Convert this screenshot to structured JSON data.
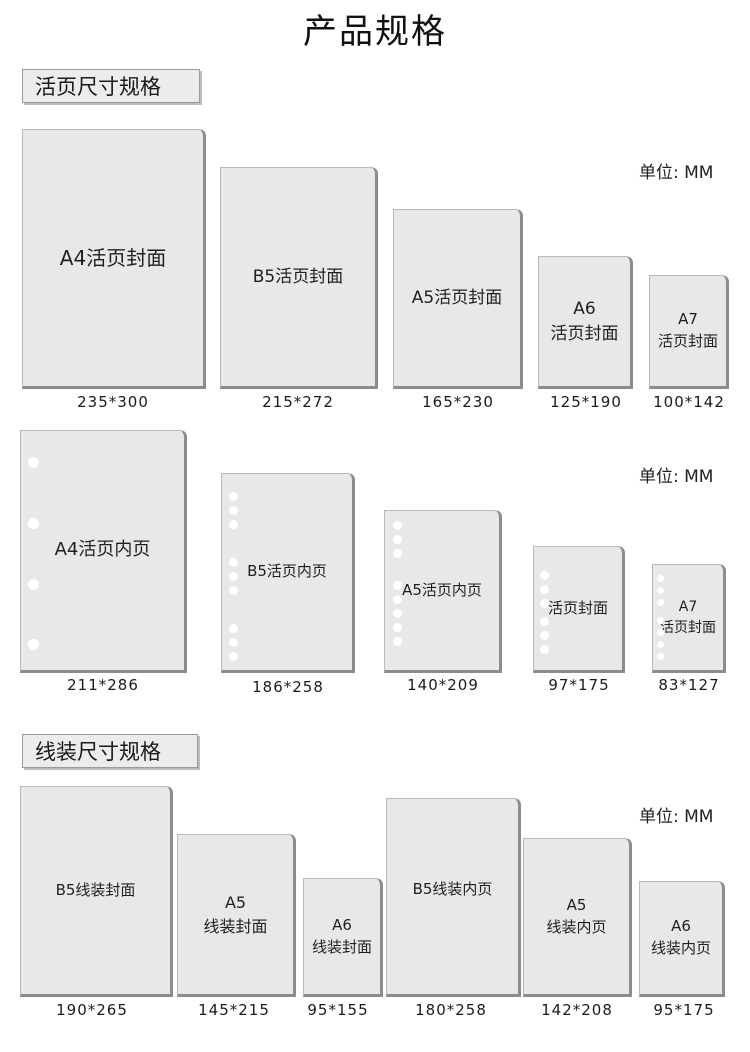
{
  "title": "产品规格",
  "sections": {
    "loose_leaf": "活页尺寸规格",
    "thread_bound": "线装尺寸规格"
  },
  "unit_label": "单位: MM",
  "row1": [
    {
      "l1": "A4活页封面",
      "l2": "",
      "size": "235*300"
    },
    {
      "l1": "B5活页封面",
      "l2": "",
      "size": "215*272"
    },
    {
      "l1": "A5活页封面",
      "l2": "",
      "size": "165*230"
    },
    {
      "l1": "A6",
      "l2": "活页封面",
      "size": "125*190"
    },
    {
      "l1": "A7",
      "l2": "活页封面",
      "size": "100*142"
    }
  ],
  "row2": [
    {
      "l1": "A4活页内页",
      "l2": "",
      "size": "211*286"
    },
    {
      "l1": "B5活页内页",
      "l2": "",
      "size": "186*258"
    },
    {
      "l1": "A5活页内页",
      "l2": "",
      "size": "140*209"
    },
    {
      "l1": "活页封面",
      "l2": "",
      "size": "97*175"
    },
    {
      "l1": "A7",
      "l2": "活页封面",
      "size": "83*127"
    }
  ],
  "row3": [
    {
      "l1": "B5线装封面",
      "l2": "",
      "size": "190*265"
    },
    {
      "l1": "A5",
      "l2": "线装封面",
      "size": "145*215"
    },
    {
      "l1": "A6",
      "l2": "线装封面",
      "size": "95*155"
    },
    {
      "l1": "B5线装内页",
      "l2": "",
      "size": "180*258"
    },
    {
      "l1": "A5",
      "l2": "线装内页",
      "size": "142*208"
    },
    {
      "l1": "A6",
      "l2": "线装内页",
      "size": "95*175"
    }
  ]
}
